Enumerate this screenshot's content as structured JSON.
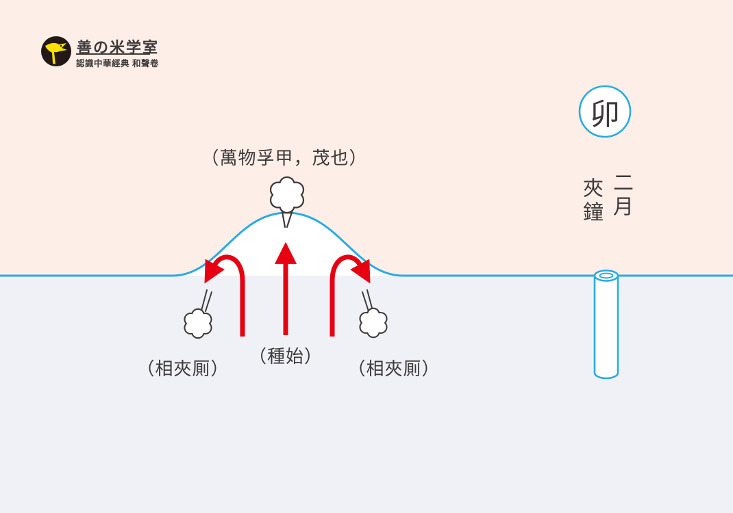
{
  "colors": {
    "background_sky": "#fdeee8",
    "background_ground": "#eff1f6",
    "line_blue": "#29abe2",
    "arrow_red": "#e60012",
    "text_dark": "#3e3a39",
    "logo_bg": "#231815",
    "logo_bird_yellow": "#f7e100",
    "mound_fill": "#ffffff"
  },
  "logo": {
    "title": "善の米学室",
    "subtitle": "認識中華經典 和聲卷"
  },
  "badge": {
    "character": "卯"
  },
  "month_label": {
    "line1": "二月",
    "line2": "夾鐘"
  },
  "diagram": {
    "top_caption": "（萬物孚甲，茂也）",
    "center_caption": "（種始）",
    "left_caption": "（相夾厠）",
    "right_caption": "（相夾厠）"
  }
}
